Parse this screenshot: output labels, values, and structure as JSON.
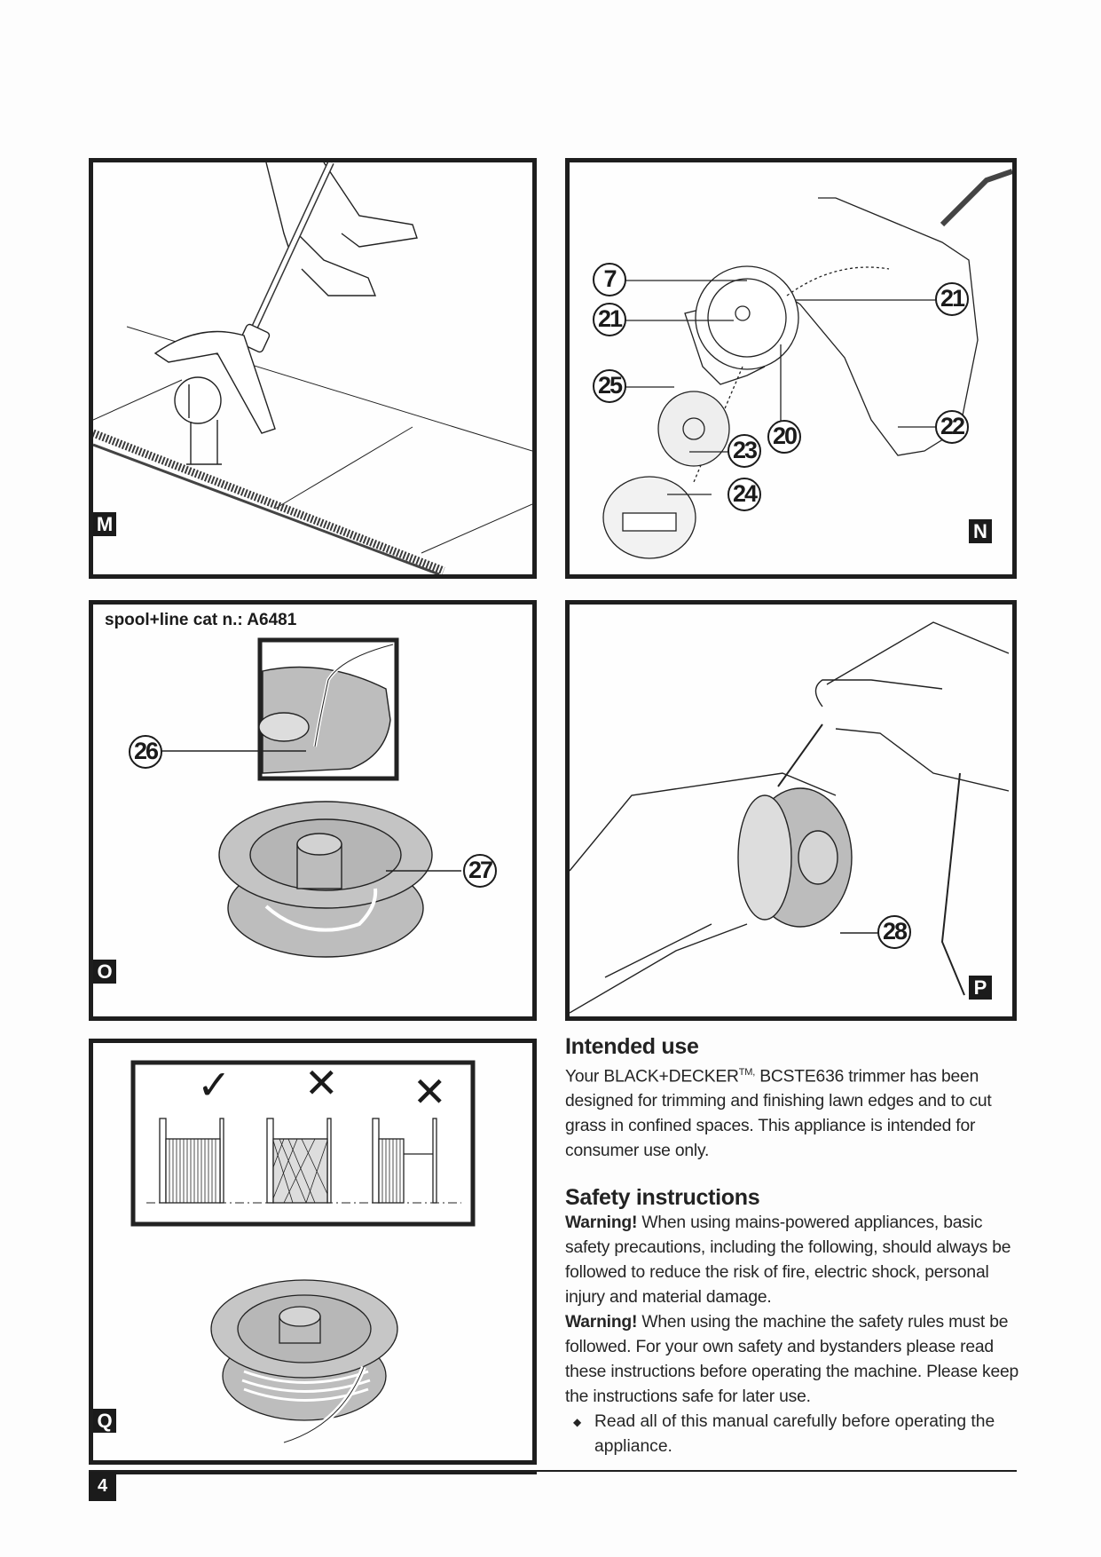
{
  "figures": {
    "m": {
      "badge": "M"
    },
    "n": {
      "badge": "N",
      "callouts": [
        "7",
        "21",
        "25",
        "23",
        "24",
        "20",
        "21",
        "22"
      ]
    },
    "o": {
      "badge": "O",
      "caption": "spool+line cat n.: A6481",
      "callouts": [
        "26",
        "27"
      ]
    },
    "p": {
      "badge": "P",
      "callouts": [
        "28"
      ]
    },
    "q": {
      "badge": "Q",
      "winding_examples": [
        {
          "symbol": "✓",
          "meaning": "correct"
        },
        {
          "symbol": "✕",
          "meaning": "incorrect"
        },
        {
          "symbol": "✕",
          "meaning": "incorrect"
        }
      ]
    }
  },
  "intended_use": {
    "heading": "Intended use",
    "text_before_tm": "Your BLACK+DECKER",
    "tm": "TM,",
    "text_after_tm": " BCSTE636 trimmer has been designed for trimming and finishing lawn edges and to cut grass in confined spaces. This appliance is intended for consumer use only."
  },
  "safety": {
    "heading": "Safety instructions",
    "warnings": [
      {
        "label": "Warning!",
        "text": " When using mains-powered appliances, basic safety precautions, including the following, should always be followed to reduce the risk of fire, electric shock, personal injury and material damage."
      },
      {
        "label": "Warning!",
        "text": " When using the machine the safety rules must be followed. For your own safety and bystanders please read these instructions before operating the machine. Please keep the instructions safe for later use."
      }
    ],
    "bullets": [
      {
        "mark": "◆",
        "text": "Read all of this manual carefully before operating the appliance."
      }
    ]
  },
  "footer": {
    "page_number": "4"
  }
}
